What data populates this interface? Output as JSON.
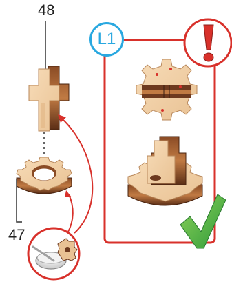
{
  "parts": {
    "top_part_number": "48",
    "bottom_part_number": "47"
  },
  "level_badge": {
    "text": "L1"
  },
  "colors": {
    "accent_red": "#d8312b",
    "badge_blue": "#29a8e0",
    "check_green": "#49b14a",
    "wood_light": "#f0cfa6",
    "wood_dark": "#6e3a1f"
  },
  "icons": {
    "warning": "exclamation-icon",
    "success": "checkmark-icon",
    "glue": "glue-cup-icon"
  }
}
